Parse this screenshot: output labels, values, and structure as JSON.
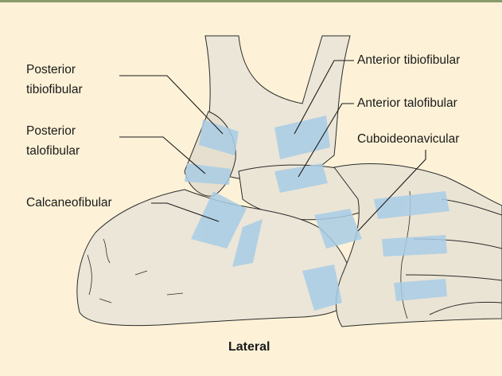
{
  "figure": {
    "caption": "Lateral",
    "labels": {
      "posterior_tibiofibular_line1": "Posterior",
      "posterior_tibiofibular_line2": "tibiofibular",
      "posterior_talofibular_line1": "Posterior",
      "posterior_talofibular_line2": "talofibular",
      "calcaneofibular": "Calcaneofibular",
      "anterior_tibiofibular": "Anterior tibiofibular",
      "anterior_talofibular": "Anterior talofibular",
      "cuboideonavicular": "Cuboideonavicular"
    }
  },
  "colors": {
    "background": "#fdf2d7",
    "bone": "#ece6d8",
    "bone_outline": "#2b2b2b",
    "ligament": "#a9cde6",
    "leader_line": "#1a1a1a",
    "top_rule": "#8a9a6a"
  }
}
